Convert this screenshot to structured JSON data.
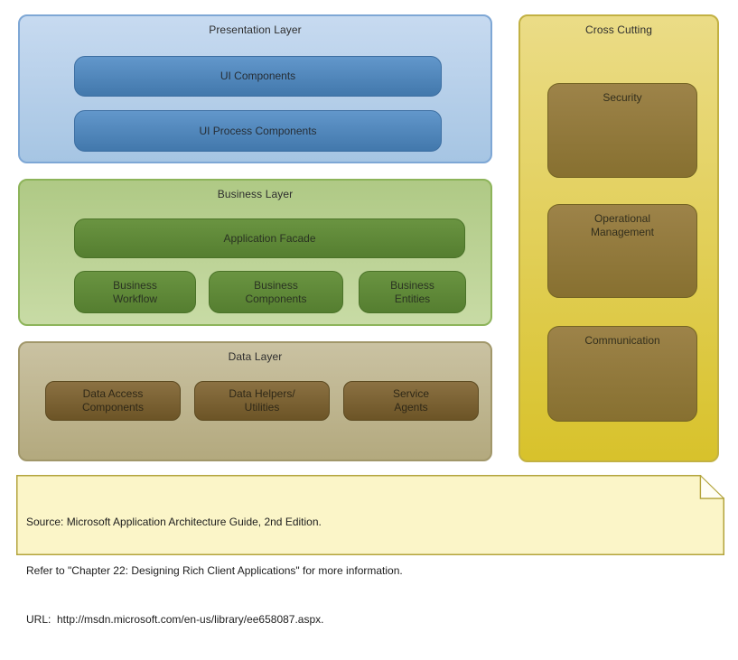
{
  "diagram": {
    "layers": {
      "presentation": {
        "title": "Presentation Layer",
        "items": [
          {
            "lines": [
              "UI Components"
            ]
          },
          {
            "lines": [
              "UI Process Components"
            ]
          }
        ]
      },
      "business": {
        "title": "Business Layer",
        "facade": {
          "lines": [
            "Application Facade"
          ]
        },
        "items": [
          {
            "lines": [
              "Business",
              "Workflow"
            ]
          },
          {
            "lines": [
              "Business",
              "Components"
            ]
          },
          {
            "lines": [
              "Business",
              "Entities"
            ]
          }
        ]
      },
      "data": {
        "title": "Data Layer",
        "items": [
          {
            "lines": [
              "Data Access",
              "Components"
            ]
          },
          {
            "lines": [
              "Data Helpers/",
              "Utilities"
            ]
          },
          {
            "lines": [
              "Service",
              "Agents"
            ]
          }
        ]
      },
      "cross_cutting": {
        "title": "Cross Cutting",
        "items": [
          {
            "lines": [
              "Security"
            ]
          },
          {
            "lines": [
              "Operational",
              "Management"
            ]
          },
          {
            "lines": [
              "Communication"
            ]
          }
        ]
      }
    },
    "note": {
      "lines": [
        "Source: Microsoft Application Architecture Guide, 2nd Edition.",
        "Refer to \"Chapter 22: Designing Rich Client Applications\" for more information.",
        "URL:  http://msdn.microsoft.com/en-us/library/ee658087.aspx."
      ]
    },
    "colors": {
      "presentation_fill": "#a6c5e3",
      "presentation_border": "#7ea7d5",
      "presentation_box": "#4278ac",
      "business_fill": "#b9d093",
      "business_border": "#8db45a",
      "business_box": "#5e8938",
      "data_fill": "#c0b792",
      "data_border": "#a1976a",
      "data_box": "#7a6134",
      "cross_fill": "#e2cf5c",
      "cross_border": "#c2b143",
      "cross_box": "#92793c",
      "note_fill": "#fbf5c8",
      "note_border": "#b3a43c",
      "label_text": "#2e2e2e"
    }
  }
}
